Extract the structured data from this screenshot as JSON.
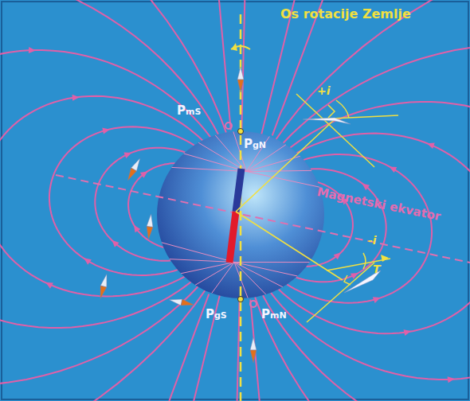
{
  "diagram": {
    "labels": [
      "Os rotacije Zemlje",
      "PmS",
      "+i",
      "PgN",
      "Magnetski ekvator",
      "-i",
      "T",
      "PgS",
      "PmN"
    ]
  }
}
